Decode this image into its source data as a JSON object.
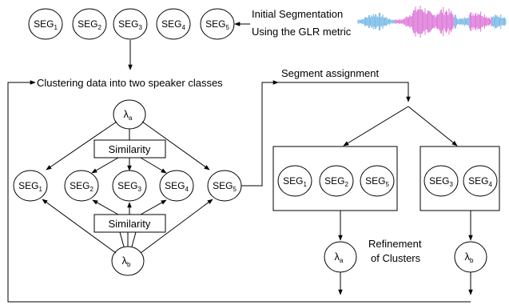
{
  "top_segments": [
    {
      "base": "SEG",
      "sub": "1"
    },
    {
      "base": "SEG",
      "sub": "2"
    },
    {
      "base": "SEG",
      "sub": "3"
    },
    {
      "base": "SEG",
      "sub": "4"
    },
    {
      "base": "SEG",
      "sub": "5"
    }
  ],
  "initial_segmentation": "Initial Segmentation",
  "glr_metric": "Using the GLR metric",
  "clustering_label": "Clustering data into two speaker classes",
  "segment_assignment": "Segment assignment",
  "lambda_a": {
    "base": "λ",
    "sub": "a"
  },
  "lambda_b": {
    "base": "λ",
    "sub": "b"
  },
  "similarity_top": "Similarity",
  "similarity_bottom": "Similarity",
  "middle_segments": [
    {
      "base": "SEG",
      "sub": "1"
    },
    {
      "base": "SEG",
      "sub": "2"
    },
    {
      "base": "SEG",
      "sub": "3"
    },
    {
      "base": "SEG",
      "sub": "4"
    },
    {
      "base": "SEG",
      "sub": "5"
    }
  ],
  "cluster_a_segments": [
    {
      "base": "SEG",
      "sub": "1"
    },
    {
      "base": "SEG",
      "sub": "2"
    },
    {
      "base": "SEG",
      "sub": "5"
    }
  ],
  "cluster_b_segments": [
    {
      "base": "SEG",
      "sub": "3"
    },
    {
      "base": "SEG",
      "sub": "4"
    }
  ],
  "refinement_line1": "Refinement",
  "refinement_line2": "of Clusters",
  "colors": {
    "waveform_blue": "#5aa9e0",
    "waveform_magenta": "#d65ad0",
    "stroke": "#000000"
  }
}
